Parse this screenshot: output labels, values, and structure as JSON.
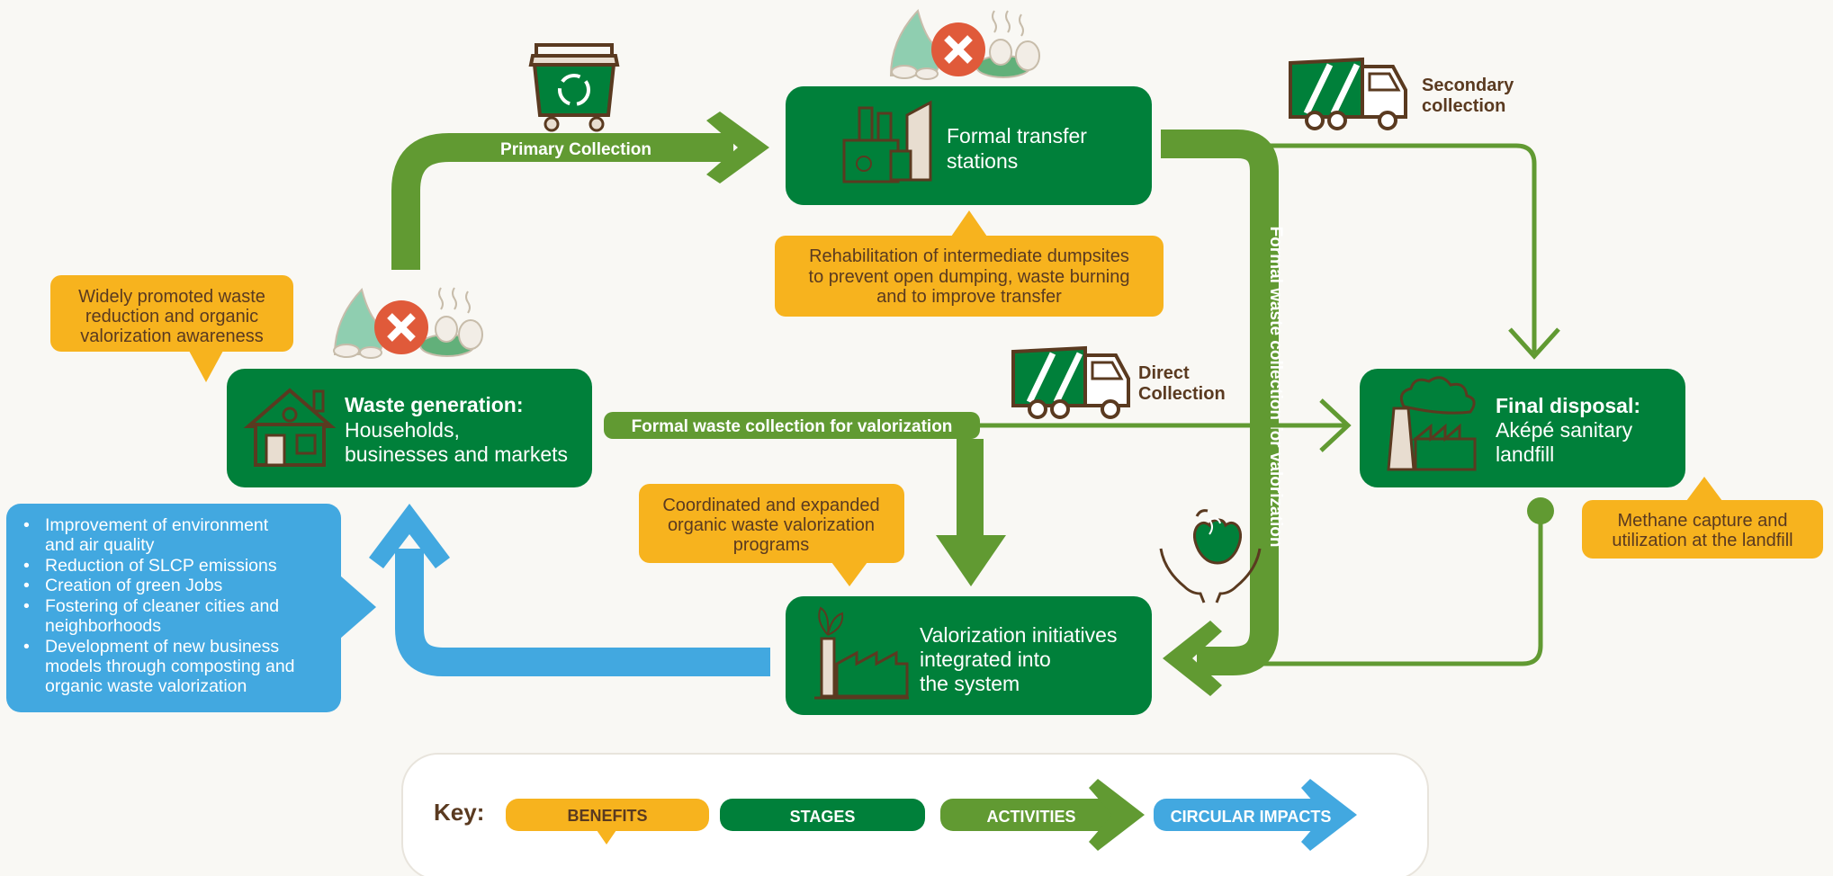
{
  "colors": {
    "stage": "#00803a",
    "activity": "#619a32",
    "benefit": "#f7b31e",
    "impact": "#42a8e0",
    "brown": "#5a3a20",
    "danger": "#e05a3a",
    "background": "#f9f8f4"
  },
  "stages": {
    "waste_generation": {
      "title": "Waste generation:",
      "line1": "Households,",
      "line2": "businesses and markets"
    },
    "transfer": {
      "line1": "Formal transfer",
      "line2": "stations"
    },
    "final_disposal": {
      "title": "Final disposal:",
      "line1": "Aképé sanitary",
      "line2": "landfill"
    },
    "valorization": {
      "line1": "Valorization initiatives",
      "line2": "integrated into",
      "line3": "the system"
    }
  },
  "activities": {
    "primary": "Primary Collection",
    "formal_valorization": "Formal waste collection for valorization",
    "vertical": "Formal waste collection for valorization",
    "secondary": {
      "line1": "Secondary",
      "line2": "collection"
    },
    "direct": {
      "line1": "Direct",
      "line2": "Collection"
    }
  },
  "benefits": {
    "awareness": {
      "line1": "Widely promoted waste",
      "line2": "reduction and organic",
      "line3": "valorization awareness"
    },
    "rehabilitation": {
      "line1": "Rehabilitation of intermediate dumpsites",
      "line2": "to prevent open dumping, waste burning",
      "line3": "and to improve transfer"
    },
    "programs": {
      "line1": "Coordinated and expanded",
      "line2": "organic waste valorization",
      "line3": "programs"
    },
    "methane": {
      "line1": "Methane capture and",
      "line2": "utilization at the landfill"
    }
  },
  "impacts": [
    {
      "line1": "Improvement of environment",
      "line2": "and air quality"
    },
    {
      "line1": "Reduction of SLCP emissions"
    },
    {
      "line1": "Creation of green Jobs"
    },
    {
      "line1": "Fostering of cleaner cities and",
      "line2": "neighborhoods"
    },
    {
      "line1": "Development of new business",
      "line2": "models through composting and",
      "line3": "organic waste valorization"
    }
  ],
  "key": {
    "title": "Key:",
    "benefits": "BENEFITS",
    "stages": "STAGES",
    "activities": "ACTIVITIES",
    "impacts": "CIRCULAR IMPACTS"
  },
  "icons": {
    "bin": "recycling-bin-icon",
    "dumpsite": "no-dumping-burning-icon",
    "truck": "garbage-truck-icon",
    "house": "house-icon",
    "factory": "factory-icon",
    "landfill": "landfill-icon",
    "compost": "compost-hands-icon"
  }
}
